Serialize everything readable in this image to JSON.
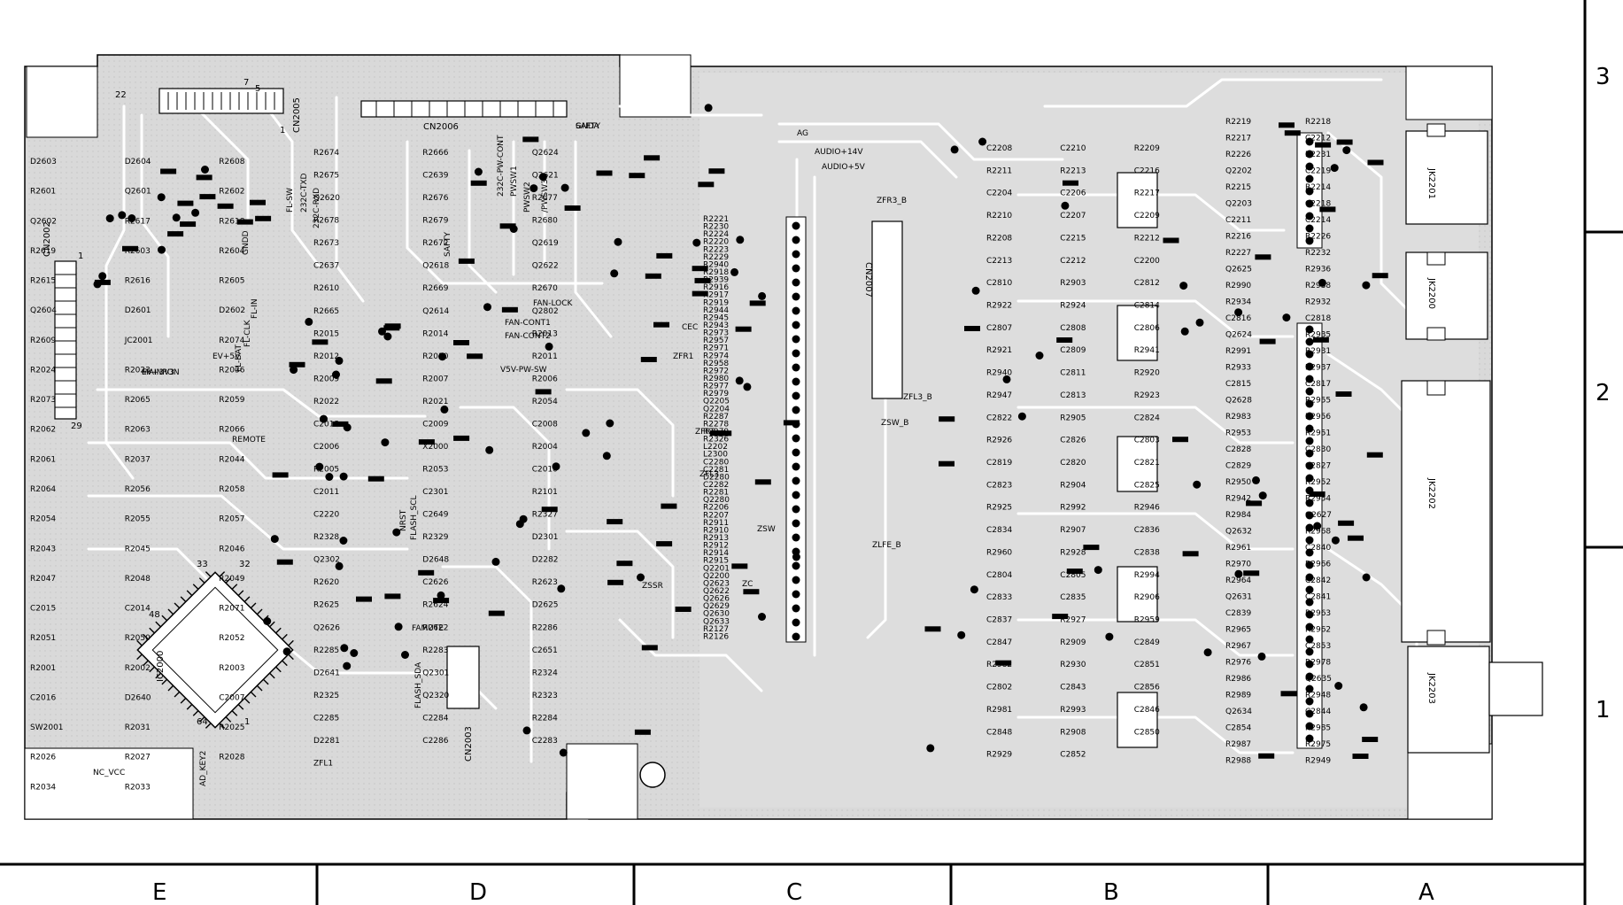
{
  "grid": {
    "columns": [
      "E",
      "D",
      "C",
      "B",
      "A"
    ],
    "rows": [
      "3",
      "2",
      "1"
    ]
  },
  "connectors": [
    {
      "ref": "CN2005",
      "pins": [
        "22",
        "7",
        "5",
        "1"
      ]
    },
    {
      "ref": "CN2006"
    },
    {
      "ref": "CN2002",
      "pins": [
        "1",
        "29"
      ]
    },
    {
      "ref": "CN2007"
    },
    {
      "ref": "CN2003"
    },
    {
      "ref": "JK2201"
    },
    {
      "ref": "JK2200"
    },
    {
      "ref": "JK2202"
    },
    {
      "ref": "JK2203"
    }
  ],
  "ic": {
    "ref": "IC2000",
    "pins": [
      "33",
      "32",
      "48",
      "64",
      "1"
    ]
  },
  "net_labels": [
    "GNDA",
    "AG",
    "AUDIO+14V",
    "AUDIO+5V",
    "ZFR3_B",
    "ZFL3_B",
    "ZSW_B",
    "ZLFE_B",
    "FAN-LOCK",
    "FAN-CONT1",
    "FAN-CONT2",
    "V5V-PW-SW",
    "EV+5V",
    "EV+3V3",
    "MAINPON",
    "REMOTE",
    "GNDD",
    "FL-IN",
    "FL-CLK",
    "FL-DAT",
    "FL-SW",
    "232C-TXD",
    "232C-RXD",
    "232C-PW-CONT",
    "PWSW1",
    "PWSW2",
    "/PWSW3",
    "SAFTY",
    "CEC",
    "ZFR1",
    "ZFR3",
    "ZFL3",
    "ZSW",
    "ZC",
    "ZSSR",
    "FAMUTE",
    "NRST",
    "FLASH_SCL",
    "FLASH_SDA",
    "NC_VCC",
    "AD_KEY2",
    "SAFTY"
  ],
  "components": {
    "zone_E": [
      "D2603",
      "D2604",
      "R2608",
      "R2601",
      "Q2601",
      "R2602",
      "Q2602",
      "R2617",
      "R2618",
      "R2619",
      "R2603",
      "R2604",
      "R2615",
      "R2616",
      "R2605",
      "Q2604",
      "D2601",
      "D2602",
      "R2609",
      "JC2001",
      "R2074",
      "R2024",
      "R2023",
      "R2036",
      "R2073",
      "R2065",
      "R2059",
      "R2062",
      "R2063",
      "R2066",
      "R2061",
      "R2037",
      "R2044",
      "R2064",
      "R2056",
      "R2058",
      "R2054",
      "R2055",
      "R2057",
      "R2043",
      "R2045",
      "R2046",
      "R2047",
      "R2048",
      "R2049",
      "C2015",
      "C2014",
      "R2071",
      "R2051",
      "R2050",
      "R2052",
      "R2001",
      "R2002",
      "R2003",
      "C2016",
      "D2640",
      "C2007",
      "SW2001",
      "R2031",
      "R2025",
      "R2026",
      "R2027",
      "R2028",
      "R2034",
      "R2033"
    ],
    "zone_D": [
      "R2674",
      "R2666",
      "Q2624",
      "R2675",
      "C2639",
      "Q2621",
      "Q2620",
      "R2676",
      "R2677",
      "R2678",
      "R2679",
      "R2680",
      "R2673",
      "R2672",
      "Q2619",
      "C2637",
      "Q2618",
      "Q2622",
      "R2610",
      "R2669",
      "R2670",
      "R2665",
      "Q2614",
      "Q2802",
      "R2015",
      "R2014",
      "R2013",
      "R2012",
      "R2010",
      "R2011",
      "R2009",
      "R2007",
      "R2006",
      "R2022",
      "R2021",
      "R2054",
      "C2013",
      "C2009",
      "C2008",
      "C2006",
      "X2000",
      "R2004",
      "R2005",
      "R2053",
      "C2010",
      "C2011",
      "C2301",
      "R2101",
      "C2220",
      "C2649",
      "R2327",
      "R2328",
      "R2329",
      "D2301",
      "Q2302",
      "D2648",
      "D2282",
      "R2620",
      "C2626",
      "R2623",
      "R2625",
      "R2624",
      "D2625",
      "Q2626",
      "R2622",
      "R2286",
      "R2285",
      "R2283",
      "C2651",
      "D2641",
      "Q2301",
      "R2324",
      "R2325",
      "Q2320",
      "R2323",
      "C2285",
      "C2284",
      "R2284",
      "D2281",
      "C2286",
      "C2283",
      "ZFL1"
    ],
    "zone_C": [
      "R2221",
      "R2230",
      "R2224",
      "R2220",
      "R2223",
      "R2229",
      "R2940",
      "R2918",
      "R2939",
      "R2916",
      "R2917",
      "R2919",
      "R2944",
      "R2945",
      "R2943",
      "R2973",
      "R2957",
      "R2971",
      "R2974",
      "R2958",
      "R2972",
      "R2980",
      "R2977",
      "R2979",
      "Q2205",
      "Q2204",
      "R2287",
      "R2278",
      "R2279",
      "R2326",
      "L2202",
      "L2300",
      "C2280",
      "C2281",
      "D2280",
      "C2282",
      "R2281",
      "Q2280",
      "R2206",
      "R2207",
      "R2911",
      "R2910",
      "R2913",
      "R2912",
      "R2914",
      "R2915",
      "Q2201",
      "Q2200",
      "Q2623",
      "Q2622",
      "Q2626",
      "Q2629",
      "Q2630",
      "Q2633",
      "R2127",
      "R2126"
    ],
    "zone_B": [
      "C2208",
      "C2210",
      "R2209",
      "R2211",
      "R2213",
      "C2216",
      "C2204",
      "C2206",
      "R2217",
      "R2210",
      "C2207",
      "C2209",
      "R2208",
      "C2215",
      "R2212",
      "C2213",
      "C2212",
      "C2200",
      "C2810",
      "R2903",
      "C2812",
      "R2922",
      "R2924",
      "C2814",
      "C2807",
      "C2808",
      "C2806",
      "R2921",
      "C2809",
      "R2941",
      "R2940",
      "C2811",
      "R2920",
      "R2947",
      "C2813",
      "R2923",
      "C2822",
      "R2905",
      "C2824",
      "R2926",
      "C2826",
      "C2803",
      "C2819",
      "C2820",
      "C2821",
      "C2823",
      "R2904",
      "C2825",
      "R2925",
      "R2992",
      "R2946",
      "C2834",
      "R2907",
      "C2836",
      "R2960",
      "R2928",
      "C2838",
      "C2804",
      "C2805",
      "R2994",
      "C2833",
      "C2835",
      "R2906",
      "C2837",
      "R2927",
      "R2959",
      "C2847",
      "R2909",
      "C2849",
      "R2982",
      "R2930",
      "C2851",
      "C2802",
      "C2843",
      "C2856",
      "R2981",
      "R2993",
      "C2846",
      "C2848",
      "R2908",
      "C2850",
      "R2929",
      "C2852"
    ],
    "zone_A": [
      "R2219",
      "R2218",
      "R2217",
      "C2212",
      "R2226",
      "R2231",
      "Q2202",
      "C2219",
      "R2215",
      "R2214",
      "Q2203",
      "C2218",
      "C2211",
      "C2214",
      "R2216",
      "R2226",
      "R2227",
      "R2232",
      "Q2625",
      "R2936",
      "R2990",
      "R2938",
      "R2934",
      "R2932",
      "C2816",
      "C2818",
      "Q2624",
      "R2935",
      "R2991",
      "R2931",
      "R2933",
      "R2937",
      "C2815",
      "C2817",
      "Q2628",
      "R2955",
      "R2983",
      "R2956",
      "R2953",
      "R2951",
      "C2828",
      "C2830",
      "C2829",
      "C2827",
      "R2950",
      "R2952",
      "R2942",
      "R2954",
      "R2984",
      "Q2627",
      "Q2632",
      "R2968",
      "R2961",
      "C2840",
      "R2970",
      "R2966",
      "R2964",
      "C2842",
      "Q2631",
      "C2841",
      "C2839",
      "R2963",
      "R2965",
      "R2962",
      "R2967",
      "C2853",
      "R2976",
      "R2978",
      "R2986",
      "Q2635",
      "R2989",
      "R2948",
      "Q2634",
      "C2844",
      "C2854",
      "R2985",
      "R2987",
      "R2975",
      "R2988",
      "R2949"
    ]
  }
}
